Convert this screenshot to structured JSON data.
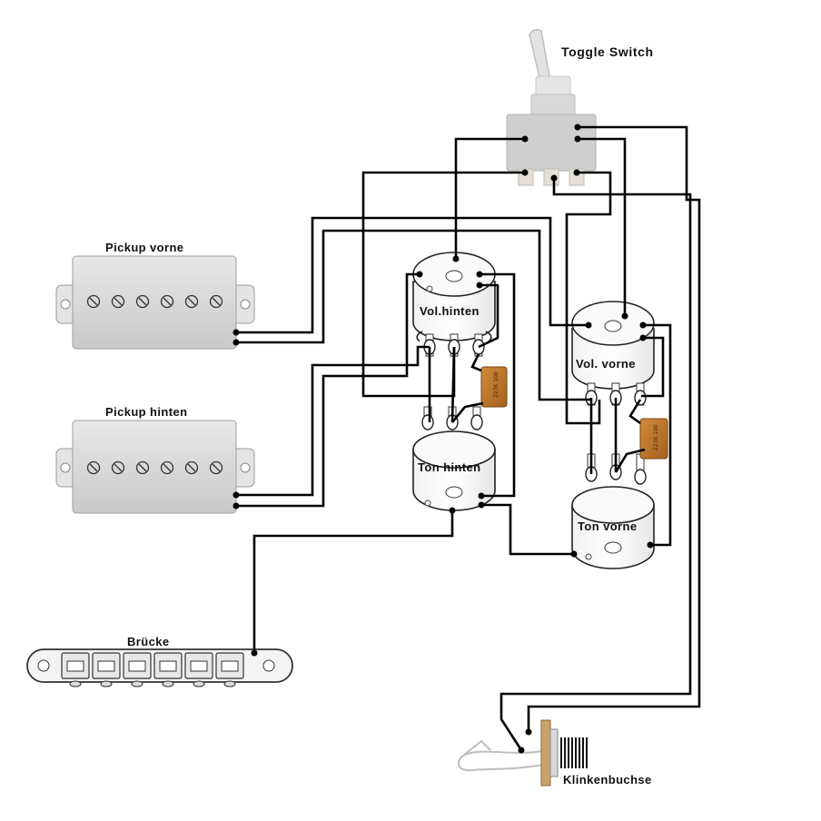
{
  "labels": {
    "toggle_switch": "Toggle Switch",
    "pickup_front": "Pickup vorne",
    "pickup_rear": "Pickup hinten",
    "vol_rear": "Vol.hinten",
    "vol_front": "Vol. vorne",
    "tone_rear": "Ton hinten",
    "tone_front": "Ton vorne",
    "bridge": "Brücke",
    "jack": "Klinkenbuchse",
    "cap_rear": "223K 100",
    "cap_front": "223K 100"
  },
  "colors": {
    "wire": "#000000",
    "pickup_body": "#dcdcdc",
    "pot_body": "#ffffff",
    "capacitor": "#b8742a",
    "switch_body": "#cfcfcf",
    "jack_brass": "#c9a36a"
  }
}
